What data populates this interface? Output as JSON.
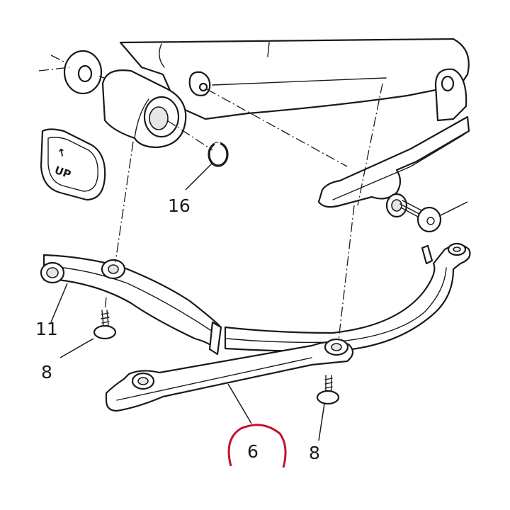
{
  "callouts": {
    "part_16": "16",
    "part_11": "11",
    "part_8_left": "8",
    "part_8_right": "8",
    "part_6": "6"
  },
  "badge": {
    "arrow": "↑",
    "text": "UP"
  },
  "highlight": {
    "target": "6",
    "color": "#c8102e"
  }
}
